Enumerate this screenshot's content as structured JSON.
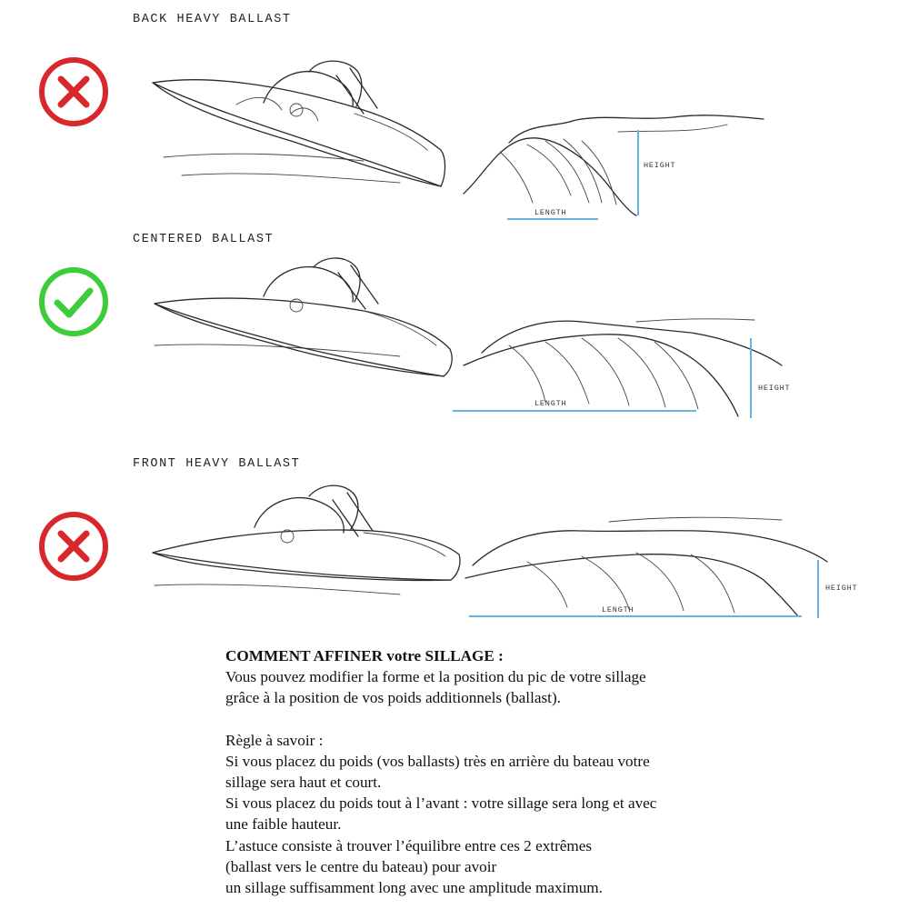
{
  "sections": [
    {
      "title": "BACK HEAVY BALLAST",
      "status": "incorrect",
      "status_icon": "cross-icon",
      "status_color": "#d8282b",
      "height_label": "HEIGHT",
      "length_label": "LENGTH"
    },
    {
      "title": "CENTERED BALLAST",
      "status": "correct",
      "status_icon": "check-icon",
      "status_color": "#3fcc3a",
      "height_label": "HEIGHT",
      "length_label": "LENGTH"
    },
    {
      "title": "FRONT HEAVY BALLAST",
      "status": "incorrect",
      "status_icon": "cross-icon",
      "status_color": "#d8282b",
      "height_label": "HEIGHT",
      "length_label": "LENGTH"
    }
  ],
  "measure_color": "#5fb7e0",
  "text": {
    "heading": "COMMENT AFFINER votre SILLAGE :",
    "intro_lines": [
      "Vous pouvez modifier la forme et la position du pic de votre sillage",
      "grâce à la position de vos poids additionnels (ballast)."
    ],
    "rule_lines": [
      "Règle à savoir :",
      "Si vous placez du poids (vos ballasts) très en arrière du bateau votre",
      "sillage sera haut et court.",
      "Si vous placez du poids tout à l’avant : votre sillage sera long et avec",
      "une faible hauteur.",
      "L’astuce consiste à trouver l’équilibre entre ces 2 extrêmes",
      "(ballast vers le centre du bateau) pour avoir",
      "un sillage suffisamment long avec une amplitude maximum."
    ]
  }
}
